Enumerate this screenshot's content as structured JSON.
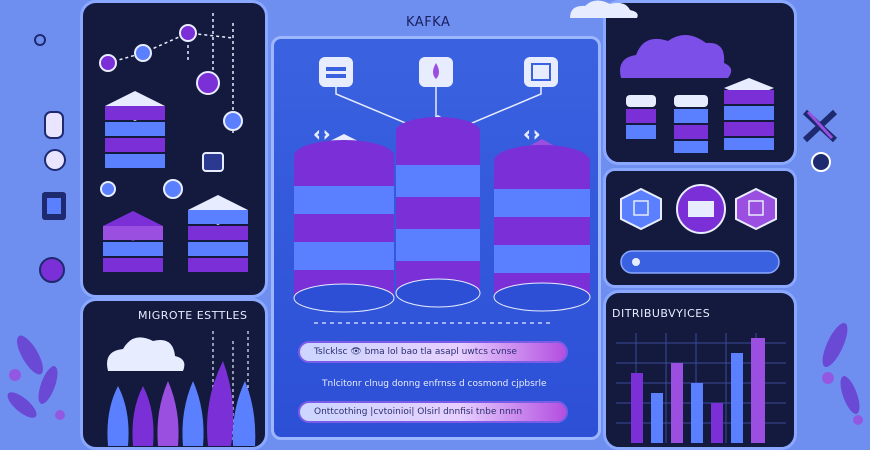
{
  "header": {
    "title": "KAFKA"
  },
  "left_bottom_panel": {
    "title": "MIGROTE ESTTLES"
  },
  "right_bottom_panel": {
    "title": "DITRIBUBVYICES"
  },
  "center": {
    "pill_top": "Tslcklsc 👁  bma lol bao tla asapl uwtcs cvnse",
    "middle_text": "Tnlcitonr clnug donng enfrnss d cosmond cjpbsrle",
    "pill_bottom": "Onttcothing |cvtoinioi| Olsirl dnnfisi tnbe nnnn"
  },
  "colors": {
    "background": "#6f8ff0",
    "panel": "#141a3d",
    "center_panel": "#3a62e0",
    "purple": "#7b2fd6",
    "blue": "#4a78e8",
    "border": "#8aa8ff"
  },
  "icons": [
    "cloud-icon",
    "database-icon",
    "server-stack-icon",
    "hexagon-node-icon",
    "leaf-icon",
    "chart-bar-icon",
    "mail-icon",
    "lock-icon"
  ]
}
